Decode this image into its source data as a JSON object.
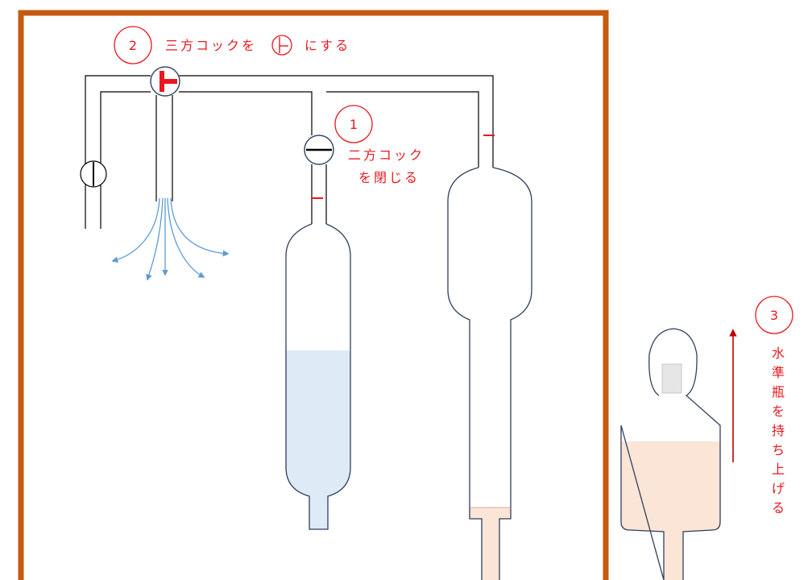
{
  "steps": [
    {
      "number": "1",
      "lines": [
        "二方コック",
        "を閉じる"
      ]
    },
    {
      "number": "2",
      "text_before": "三方コックを",
      "text_after": "にする"
    },
    {
      "number": "3",
      "vertical_chars": [
        "水",
        "準",
        "瓶",
        "を",
        "持",
        "ち",
        "上",
        "げ",
        "る"
      ]
    }
  ],
  "colors": {
    "frame": "#c55a11",
    "annotation": "#e8181e",
    "liquid_blue": "#deeaf6",
    "liquid_peach": "#fbe5d6",
    "gas_arrows": "#5b9bd5",
    "glass_outline": "#3a4a66"
  },
  "icons": {
    "three_way_cock": "t-shaped-stopcock-icon",
    "two_way_cock": "closed-stopcock-icon",
    "lift_arrow": "up-arrow-icon"
  }
}
